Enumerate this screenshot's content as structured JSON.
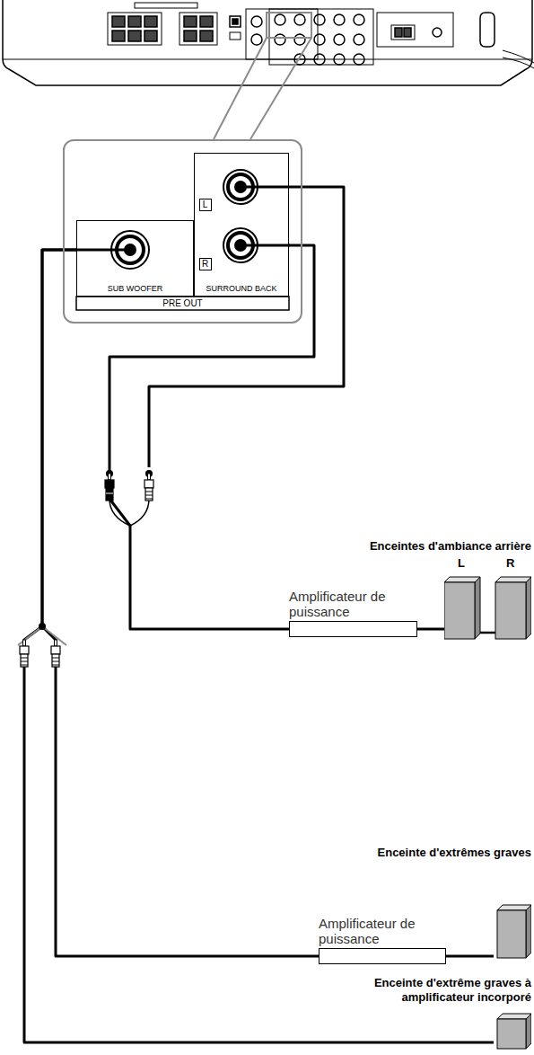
{
  "diagram": {
    "nodes": [
      {
        "text": [
          "PRE OUT"
        ]
      },
      {
        "text": [
          "SUB WOOFER"
        ],
        "in": 0
      },
      {
        "text": [
          "SURROUND BACK"
        ],
        "in": 0
      },
      {
        "text": [
          "L"
        ],
        "in": 2
      },
      {
        "text": [
          "R"
        ],
        "in": 2
      },
      {
        "text": [
          "Amplificateur de puissance"
        ]
      },
      {
        "text": [
          "Enceintes d'ambiance arrière"
        ]
      },
      {
        "text": [
          "Amplificateur de puissance"
        ]
      },
      {
        "text": [
          "Enceinte d'extrêmes graves"
        ]
      },
      {
        "text": [
          "Enceinte d'extrême graves à amplificateur incorporé"
        ]
      }
    ],
    "edges": [
      {
        "from": 2,
        "to": 5,
        "arrow": "none"
      },
      {
        "from": 5,
        "to": 6,
        "arrow": "none"
      },
      {
        "from": 1,
        "to": 7,
        "arrow": "none"
      },
      {
        "from": 7,
        "to": 8,
        "arrow": "none"
      },
      {
        "from": 1,
        "to": 9,
        "arrow": "none"
      }
    ],
    "labels": [
      "L",
      "R"
    ]
  }
}
